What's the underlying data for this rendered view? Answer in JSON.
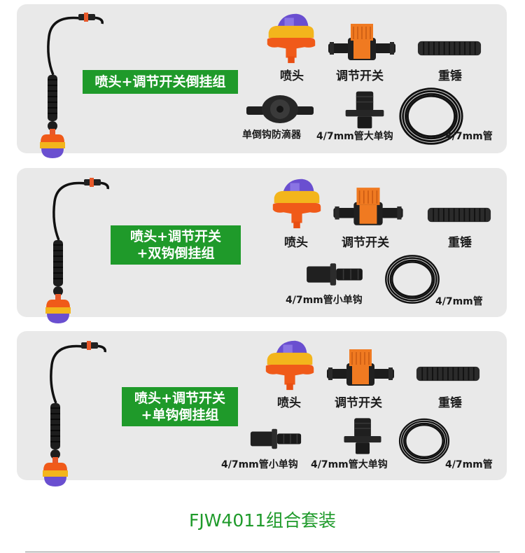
{
  "footer": {
    "title": "FJW4011组合套装"
  },
  "panels": [
    {
      "banner_lines": [
        "喷头+调节开关倒挂组"
      ],
      "labels": [
        "喷头",
        "调节开关",
        "重锤",
        "单倒钩防滴器",
        "4/7mm管大单钩",
        "4/7mm管"
      ]
    },
    {
      "banner_lines": [
        "喷头+调节开关",
        "+双钩倒挂组"
      ],
      "labels": [
        "喷头",
        "调节开关",
        "重锤",
        "4/7mm管小单钩",
        "4/7mm管"
      ]
    },
    {
      "banner_lines": [
        "喷头+调节开关",
        "+单钩倒挂组"
      ],
      "labels": [
        "喷头",
        "调节开关",
        "重锤",
        "4/7mm管小单钩",
        "4/7mm管大单钩",
        "4/7mm管"
      ]
    }
  ],
  "colors": {
    "panel_bg": "#e9e9e9",
    "banner_green": "#1f9a2a",
    "nozzle_purple": "#6a4fd0",
    "nozzle_yellow": "#f3b51c",
    "nozzle_orange": "#f05a19",
    "valve_orange": "#f07a21",
    "tube_black": "#1a1a1a"
  },
  "icons": [
    "hanging-sprinkler-assembly",
    "nozzle-icon",
    "valve-icon",
    "weight-icon",
    "anti-drip-icon",
    "big-hook-icon",
    "small-hook-icon",
    "tube-coil-icon"
  ]
}
